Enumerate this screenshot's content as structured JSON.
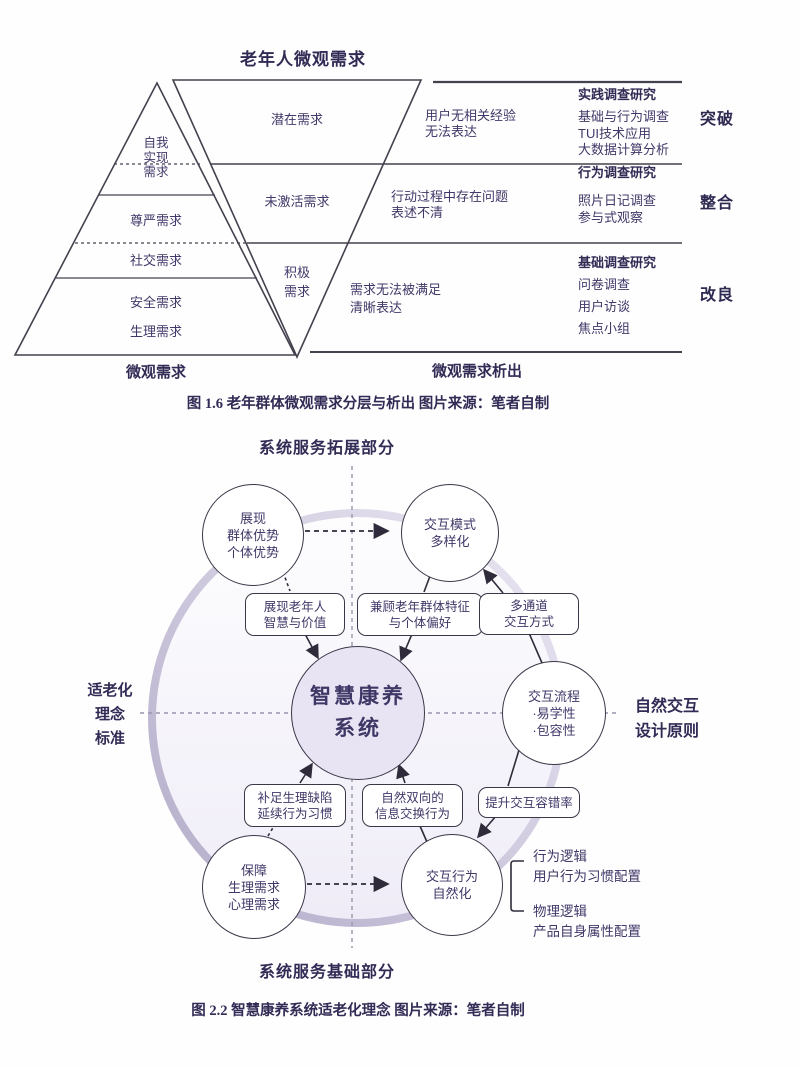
{
  "figure1": {
    "title": "老年人微观需求",
    "pyramid": {
      "l1a": "自我",
      "l1b": "实现",
      "l1c": "需求",
      "l2": "尊严需求",
      "l3": "社交需求",
      "l4": "安全需求",
      "l5": "生理需求",
      "bottom": "微观需求"
    },
    "funnel": {
      "f1": "潜在需求",
      "f2": "未激活需求",
      "f3a": "积极",
      "f3b": "需求",
      "bottom": "微观需求析出"
    },
    "rows": [
      {
        "p1": "用户无相关经验",
        "p2": "无法表达",
        "mt": "实践调查研究",
        "m1": "基础与行为调查",
        "m2": "TUI技术应用",
        "m3": "大数据计算分析",
        "tag": "突破"
      },
      {
        "p1": "行动过程中存在问题",
        "p2": "表述不清",
        "mt": "行为调查研究",
        "m1": "照片日记调查",
        "m2": "参与式观察",
        "tag": "整合"
      },
      {
        "p1": "需求无法被满足",
        "p2": "清晰表达",
        "mt": "基础调查研究",
        "m1": "问卷调查",
        "m2": "用户访谈",
        "m3": "焦点小组",
        "tag": "改良"
      }
    ],
    "caption": "图 1.6 老年群体微观需求分层与析出 图片来源：笔者自制"
  },
  "figure2": {
    "top_label": "系统服务拓展部分",
    "bottom_label": "系统服务基础部分",
    "left_label": {
      "l1": "适老化",
      "l2": "理念",
      "l3": "标准"
    },
    "right_label": {
      "l1": "自然交互",
      "l2": "设计原则"
    },
    "center": {
      "l1": "智慧康养",
      "l2": "系统"
    },
    "c_top_left": {
      "l1": "展现",
      "l2": "群体优势",
      "l3": "个体优势"
    },
    "c_top_right": {
      "l1": "交互模式",
      "l2": "多样化"
    },
    "c_right": {
      "l1": "交互流程",
      "l2": "·易学性",
      "l3": "·包容性"
    },
    "c_bottom_left": {
      "l1": "保障",
      "l2": "生理需求",
      "l3": "心理需求"
    },
    "c_bottom_right": {
      "l1": "交互行为",
      "l2": "自然化"
    },
    "b1": {
      "l1": "展现老年人",
      "l2": "智慧与价值"
    },
    "b2": {
      "l1": "兼顾老年群体特征",
      "l2": "与个体偏好"
    },
    "b3": {
      "l1": "多通道",
      "l2": "交互方式"
    },
    "b4": {
      "l1": "补足生理缺陷",
      "l2": "延续行为习惯"
    },
    "b5": {
      "l1": "自然双向的",
      "l2": "信息交换行为"
    },
    "b6": {
      "l1": "提升交互容错率"
    },
    "ann1": {
      "t": "行为逻辑",
      "d": "用户行为习惯配置"
    },
    "ann2": {
      "t": "物理逻辑",
      "d": "产品自身属性配置"
    },
    "caption": "图 2.2 智慧康养系统适老化理念 图片来源：笔者自制"
  },
  "colors": {
    "text": "#413768",
    "heading": "#2f2a52",
    "line": "#46414e",
    "center_fill": "#e9e4f4",
    "ring": "#bcb4d0"
  }
}
